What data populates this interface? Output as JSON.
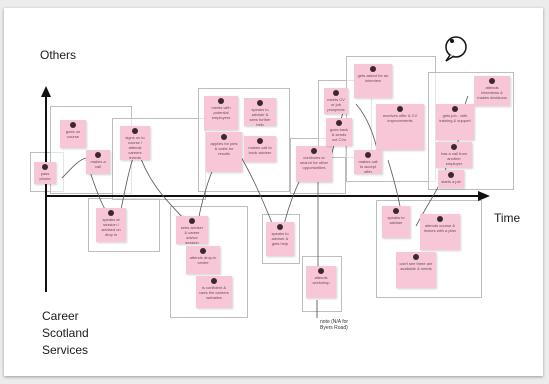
{
  "axes": {
    "y_top_label": "Others",
    "y_bottom_label": "Career\nScotland\nServices",
    "x_label": "Time"
  },
  "notes": {
    "bottom_note": "note (N/A for\nByers Road)"
  },
  "stickies": [
    "goes on course",
    "makes a call",
    "pass phone",
    "speaks at session / advised on drop in",
    "signs on to course / attends careers events",
    "sees adviser & career advice session",
    "attends drop-in centre",
    "is confident & uses the careers websites",
    "meets with potential employers",
    "applies for jobs & waits for results",
    "speaks to adviser & sees further help",
    "makes call to book adviser",
    "continues to search for other opportunities",
    "speaks to adviser & gets help",
    "attends workshop",
    "meets CV or job prospects",
    "goes back & sends out CVs",
    "gets asked for an interview",
    "receives offer & CV improvements",
    "makes call to accept offer",
    "speaks to adviser",
    "attends course & leaves with a plan",
    "gets job - with training & support",
    "has a call from another employer",
    "starts a job",
    "attends interviews & makes decisions",
    "can't see there are available & needs"
  ]
}
